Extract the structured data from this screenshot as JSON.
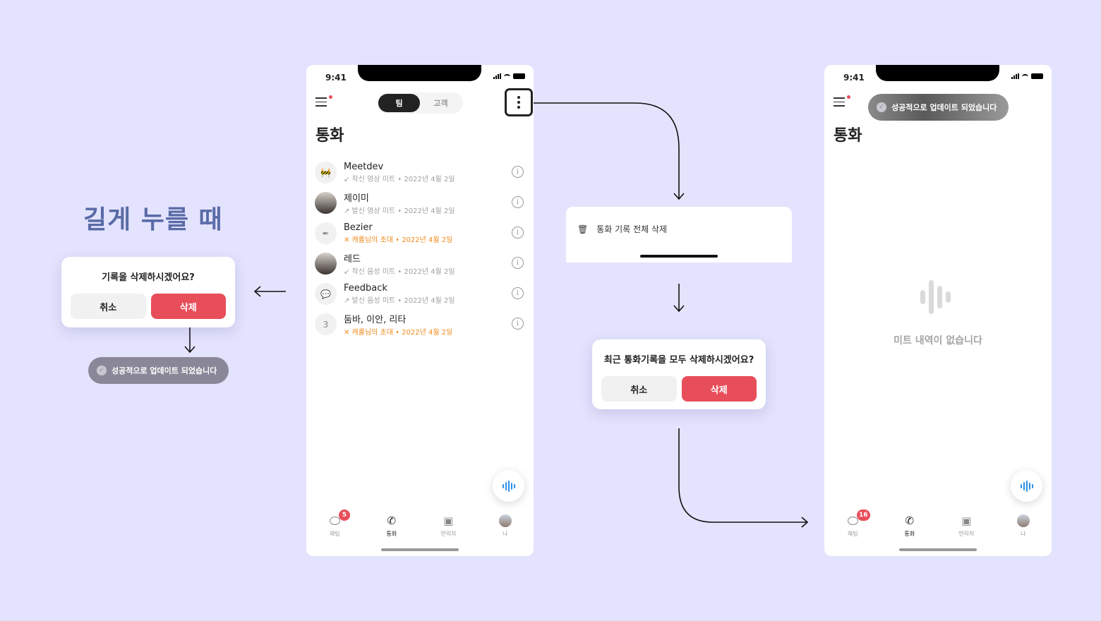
{
  "annotation": {
    "title": "길게 누를 때"
  },
  "long_press_dialog": {
    "question": "기록을 삭제하시겠어요?",
    "cancel": "취소",
    "delete": "삭제"
  },
  "toast": {
    "message": "성공적으로 업데이트 되었습니다"
  },
  "phone": {
    "time": "9:41",
    "segment": {
      "team": "팀",
      "customer": "고객"
    },
    "title": "통화",
    "calls": [
      {
        "name": "Meetdev",
        "detail": "↙ 착신 영상 미트 • 2022년 4월 2일",
        "missed": false,
        "avatar": "🚧"
      },
      {
        "name": "제이미",
        "detail": "↗ 발신 영상 미트 • 2022년 4월 2일",
        "missed": false,
        "avatar": "photo"
      },
      {
        "name": "Bezier",
        "detail": "✕ 캐롤님의 초대 • 2022년 4월 2일",
        "missed": true,
        "avatar": "✒"
      },
      {
        "name": "레드",
        "detail": "↙ 착신 음성 미트 • 2022년 4월 2일",
        "missed": false,
        "avatar": "photo"
      },
      {
        "name": "Feedback",
        "detail": "↗ 발신 음성 미트 • 2022년 4월 2일",
        "missed": false,
        "avatar": "💬"
      },
      {
        "name": "둠바, 이안, 리타",
        "detail": "✕ 캐롤님의 초대 • 2022년 4월 2일",
        "missed": true,
        "avatar": "3"
      }
    ],
    "tabs": {
      "chat": "채팅",
      "call": "통화",
      "contacts": "연락처",
      "me": "나"
    },
    "chat_badge": "5"
  },
  "sheet": {
    "item": "통화 기록 전체 삭제"
  },
  "delete_all_dialog": {
    "question": "최근 통화기록을 모두 삭제하시겠어요?",
    "cancel": "취소",
    "delete": "삭제"
  },
  "result_phone": {
    "time": "9:41",
    "title": "통화",
    "empty": "미트 내역이 없습니다",
    "chat_badge": "16"
  },
  "colors": {
    "background": "#E3E3FE",
    "danger": "#E84E5A",
    "accent": "#2D8FE8",
    "missed": "#F08A1C"
  }
}
